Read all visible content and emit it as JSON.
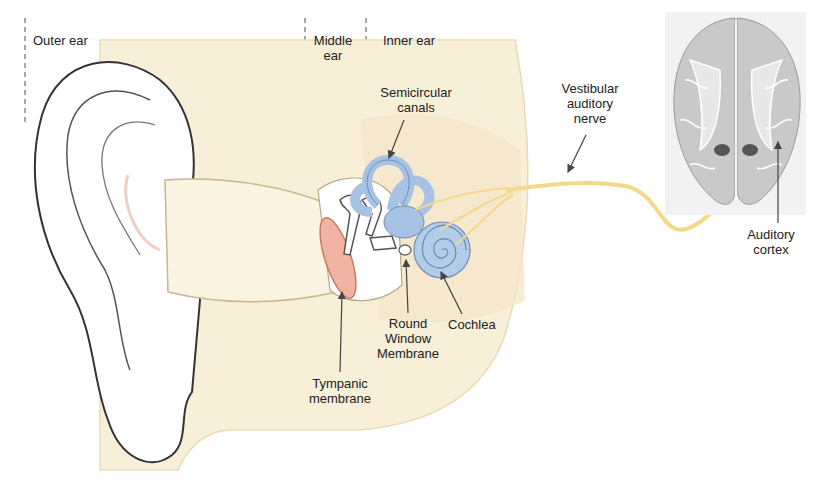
{
  "diagram": {
    "labels": [
      "Outer ear",
      "Middle ear",
      "Inner ear",
      "Semicircular canals",
      "Vestibular auditory nerve",
      "Round Window Membrane",
      "Cochlea",
      "Tympanic membrane",
      "Auditory cortex"
    ]
  }
}
